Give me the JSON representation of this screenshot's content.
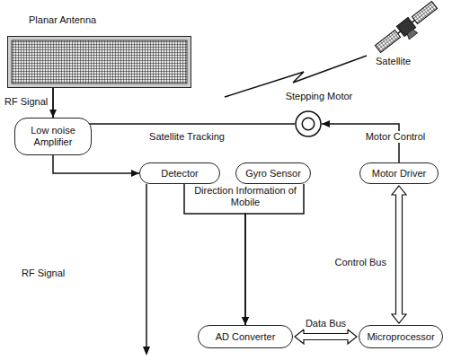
{
  "diagram": {
    "nodes": [
      {
        "text": [
          "Planar Antenna"
        ]
      },
      {
        "text": [
          "Stepping Motor"
        ]
      },
      {
        "text": [
          "Low noise Amplifier"
        ]
      },
      {
        "text": [
          "Detector"
        ]
      },
      {
        "text": [
          "Gyro Sensor"
        ]
      },
      {
        "text": [
          "Motor Driver"
        ]
      },
      {
        "text": [
          "AD Converter"
        ]
      },
      {
        "text": [
          "Microprocessor"
        ]
      }
    ],
    "edges": [
      {
        "from": 0,
        "to": 2,
        "arrow": "to",
        "label": "RF Signal"
      },
      {
        "from": 1,
        "to": 0,
        "arrow": "to",
        "label": "Satellite Tracking"
      },
      {
        "from": 5,
        "to": 1,
        "arrow": "to",
        "label": "Motor Control"
      },
      {
        "from": 2,
        "to": 3,
        "arrow": "to"
      },
      {
        "from": 3,
        "to": 6,
        "arrow": "to"
      },
      {
        "from": 4,
        "to": 6,
        "arrow": "to"
      },
      {
        "from": 6,
        "to": 7,
        "arrow": "both",
        "label": "Data Bus"
      },
      {
        "from": 5,
        "to": 7,
        "arrow": "both",
        "label": "Control Bus"
      }
    ],
    "labels": [
      "Satellite",
      "Direction Information of Mobile",
      "RF Signal"
    ]
  }
}
